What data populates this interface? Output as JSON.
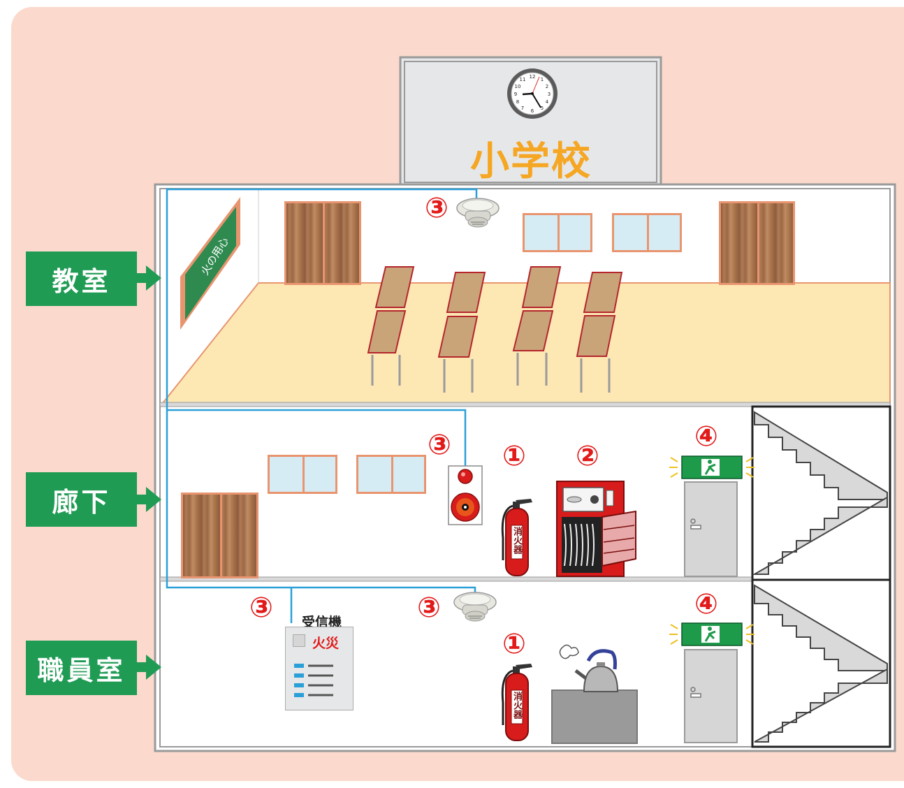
{
  "title": "小学校",
  "rooms": {
    "classroom": "教室",
    "corridor": "廊下",
    "staff_room": "職員室"
  },
  "blackboard_text": "火の用心",
  "receiver": {
    "label": "受信機",
    "fire_text": "火災"
  },
  "extinguisher_text": "消火器",
  "markers": {
    "one": "①",
    "two": "②",
    "three": "③",
    "four": "④"
  },
  "colors": {
    "panel_bg": "#fbd9cc",
    "tag_green": "#1f9b54",
    "title_orange": "#f5a623",
    "marker_red": "#e21a1a",
    "wire_blue": "#2aa0d8"
  },
  "icons": [
    "clock-icon",
    "smoke-detector-icon",
    "alarm-button-icon",
    "fire-extinguisher-icon",
    "hydrant-box-icon",
    "exit-sign-icon",
    "kettle-icon",
    "stairs-icon"
  ]
}
